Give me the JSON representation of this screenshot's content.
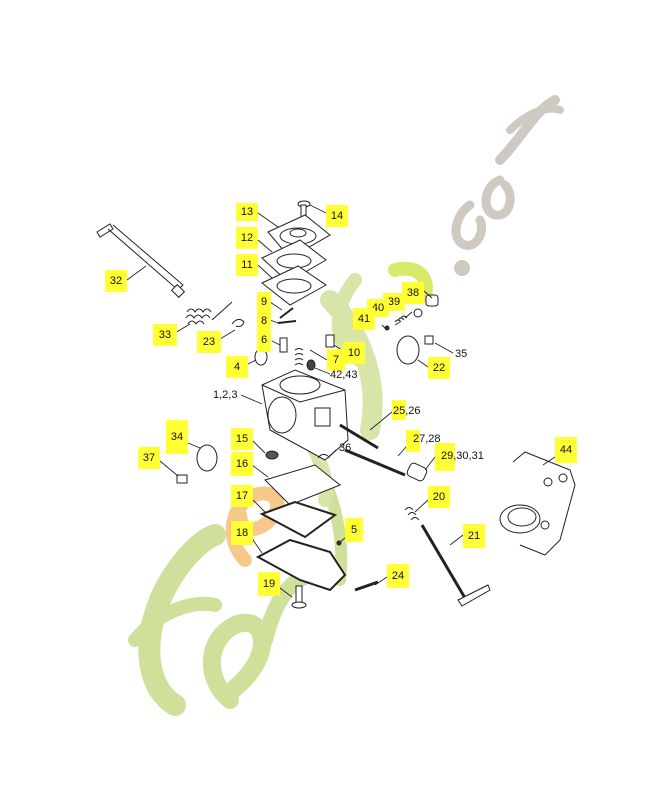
{
  "diagram": {
    "title": "Carburetor exploded parts diagram",
    "watermark": {
      "text_left": "forest",
      "text_right": ".com",
      "colors": {
        "green": "#c9dc8c",
        "orange": "#f6c98a",
        "gray": "#cfc9c1"
      }
    },
    "highlight_color": "#ffff33",
    "callouts": [
      {
        "id": "13",
        "label": "13",
        "highlighted": true
      },
      {
        "id": "14",
        "label": "14",
        "highlighted": true
      },
      {
        "id": "12",
        "label": "12",
        "highlighted": true
      },
      {
        "id": "11",
        "label": "11",
        "highlighted": true
      },
      {
        "id": "32",
        "label": "32",
        "highlighted": true
      },
      {
        "id": "9",
        "label": "9",
        "highlighted": true
      },
      {
        "id": "8",
        "label": "8",
        "highlighted": true
      },
      {
        "id": "6",
        "label": "6",
        "highlighted": true
      },
      {
        "id": "33",
        "label": "33",
        "highlighted": true
      },
      {
        "id": "23",
        "label": "23",
        "highlighted": true
      },
      {
        "id": "4",
        "label": "4",
        "highlighted": true
      },
      {
        "id": "7",
        "label": "7",
        "highlighted": true
      },
      {
        "id": "10",
        "label": "10",
        "highlighted": true
      },
      {
        "id": "42_43",
        "label": "42,43",
        "highlighted": false
      },
      {
        "id": "1_2_3",
        "label": "1,2,3",
        "highlighted": false
      },
      {
        "id": "38",
        "label": "38",
        "highlighted": true
      },
      {
        "id": "39",
        "label": "39",
        "highlighted": true
      },
      {
        "id": "40",
        "label": "40",
        "highlighted": true
      },
      {
        "id": "41",
        "label": "41",
        "highlighted": true
      },
      {
        "id": "35",
        "label": "35",
        "highlighted": false
      },
      {
        "id": "22",
        "label": "22",
        "highlighted": true
      },
      {
        "id": "25_26",
        "label": "25,26",
        "highlighted": true
      },
      {
        "id": "27_28",
        "label": "27,28",
        "highlighted": true
      },
      {
        "id": "29_30_31",
        "label": "29,30,31",
        "highlighted": true
      },
      {
        "id": "36",
        "label": "36",
        "highlighted": false
      },
      {
        "id": "34",
        "label": "34",
        "highlighted": true
      },
      {
        "id": "37",
        "label": "37",
        "highlighted": true
      },
      {
        "id": "15",
        "label": "15",
        "highlighted": true
      },
      {
        "id": "16",
        "label": "16",
        "highlighted": true
      },
      {
        "id": "44",
        "label": "44",
        "highlighted": true
      },
      {
        "id": "17",
        "label": "17",
        "highlighted": true
      },
      {
        "id": "20",
        "label": "20",
        "highlighted": true
      },
      {
        "id": "5",
        "label": "5",
        "highlighted": true
      },
      {
        "id": "21",
        "label": "21",
        "highlighted": true
      },
      {
        "id": "18",
        "label": "18",
        "highlighted": true
      },
      {
        "id": "24",
        "label": "24",
        "highlighted": true
      },
      {
        "id": "19",
        "label": "19",
        "highlighted": true
      }
    ]
  }
}
